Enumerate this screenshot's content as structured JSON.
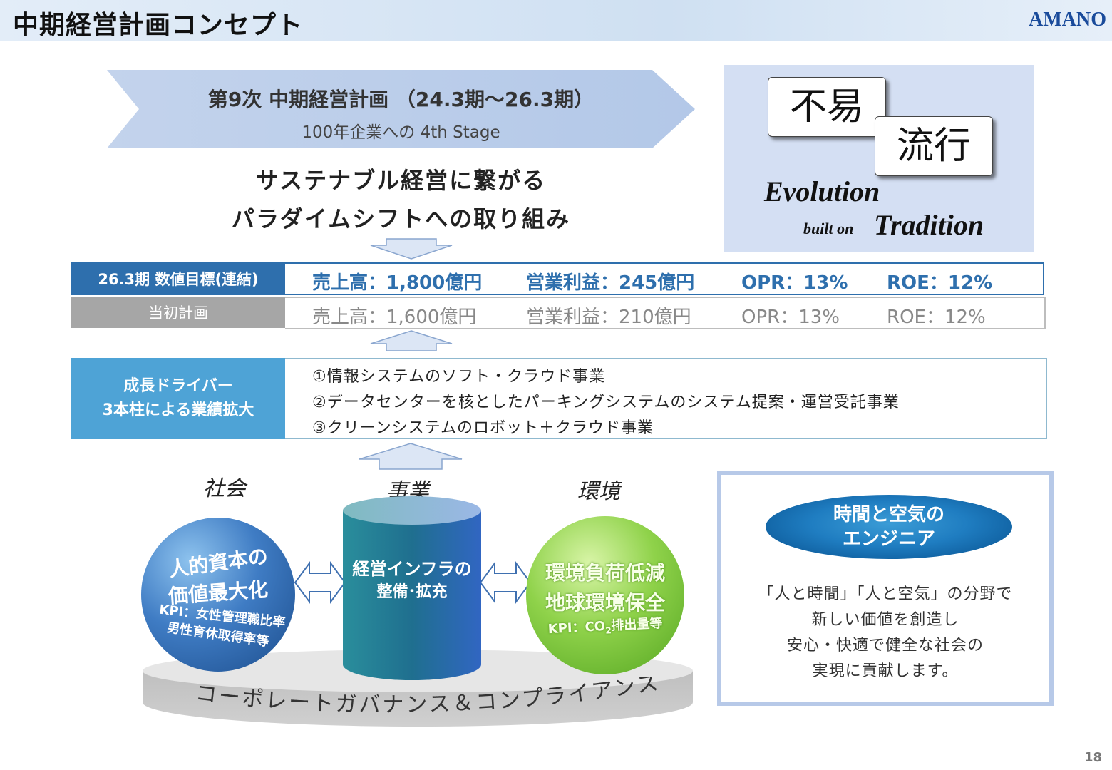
{
  "header": {
    "title": "中期経営計画コンセプト",
    "logo_text": "AMANO"
  },
  "plan": {
    "title": "第9次 中期経営計画 （24.3期〜26.3期）",
    "subtitle": "100年企業への 4th Stage"
  },
  "headline": {
    "line1": "サステナブル経営に繋がる",
    "line2": "パラダイムシフトへの取り組み"
  },
  "concept": {
    "kanji1": "不易",
    "kanji2": "流行",
    "evolution": "Evolution",
    "built_on": "built on",
    "tradition": "Tradition"
  },
  "targets": {
    "label": "26.3期 数値目標(連結)",
    "sales": "売上高：1,800億円",
    "op_profit": "営業利益：245億円",
    "opr": "OPR：13%",
    "roe": "ROE：12%"
  },
  "initial_plan": {
    "label": "当初計画",
    "sales": "売上高：1,600億円",
    "op_profit": "営業利益：210億円",
    "opr": "OPR：13%",
    "roe": "ROE：12%"
  },
  "drivers": {
    "label_line1": "成長ドライバー",
    "label_line2": "3本柱による業績拡大",
    "items": [
      "①情報システムのソフト・クラウド事業",
      "②データセンターを核としたパーキングシステムのシステム提案・運営受託事業",
      "③クリーンシステムのロボット＋クラウド事業"
    ]
  },
  "pillars": {
    "society": {
      "category": "社会",
      "line1": "人的資本の",
      "line2": "価値最大化",
      "kpi1": "KPI：女性管理職比率",
      "kpi2": "男性育休取得率等"
    },
    "business": {
      "category": "事業",
      "line1": "経営インフラの",
      "line2": "整備･拡充"
    },
    "environment": {
      "category": "環境",
      "line1": "環境負荷低減",
      "line2": "地球環境保全",
      "kpi_prefix": "KPI：CO",
      "kpi_sub": "2",
      "kpi_suffix": "排出量等"
    },
    "governance": "コーポレートガバナンス＆コンプライアンス"
  },
  "engineer": {
    "title_line1": "時間と空気の",
    "title_line2": "エンジニア",
    "lines": [
      "「人と時間」「人と空気」の分野で",
      "新しい価値を創造し",
      "安心・快適で健全な社会の",
      "実現に貢献します。"
    ]
  },
  "page_number": "18",
  "colors": {
    "target_blue": "#2e6fad",
    "driver_blue": "#4ea3d6",
    "concept_bg": "#d4dff3",
    "gray": "#a6a6a6"
  }
}
